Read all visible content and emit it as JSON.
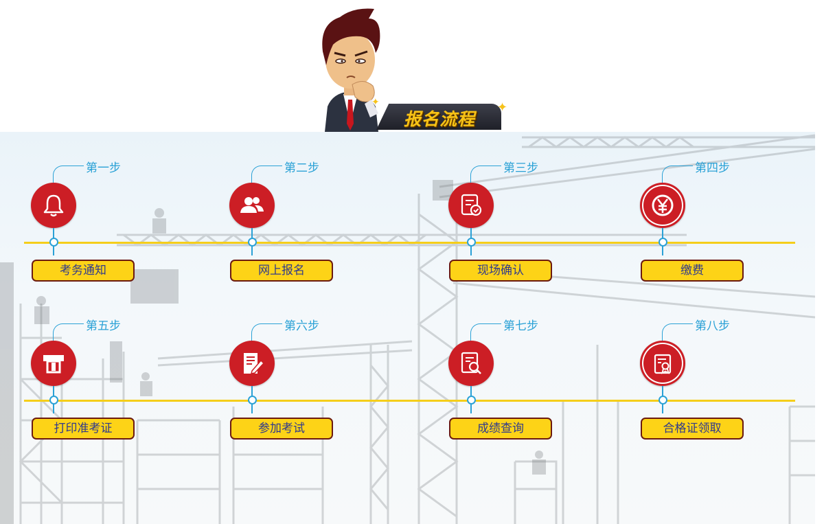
{
  "banner": {
    "title": "报名流程"
  },
  "steps": [
    {
      "tag": "第一步",
      "label": "考务通知",
      "icon": "bell-icon"
    },
    {
      "tag": "第二步",
      "label": "网上报名",
      "icon": "users-icon"
    },
    {
      "tag": "第三步",
      "label": "现场确认",
      "icon": "document-check-icon"
    },
    {
      "tag": "第四步",
      "label": "缴费",
      "icon": "yen-icon"
    },
    {
      "tag": "第五步",
      "label": "打印准考证",
      "icon": "printer-icon"
    },
    {
      "tag": "第六步",
      "label": "参加考试",
      "icon": "document-pen-icon"
    },
    {
      "tag": "第七步",
      "label": "成绩查询",
      "icon": "document-search-icon"
    },
    {
      "tag": "第八步",
      "label": "合格证领取",
      "icon": "certificate-icon"
    }
  ],
  "colors": {
    "icon_red": "#cc1e25",
    "track_yellow": "#f5ce1a",
    "button_yellow": "#fdd317",
    "button_border": "#6b1a10",
    "button_text": "#303a8c",
    "accent_blue": "#2aa1d6"
  }
}
